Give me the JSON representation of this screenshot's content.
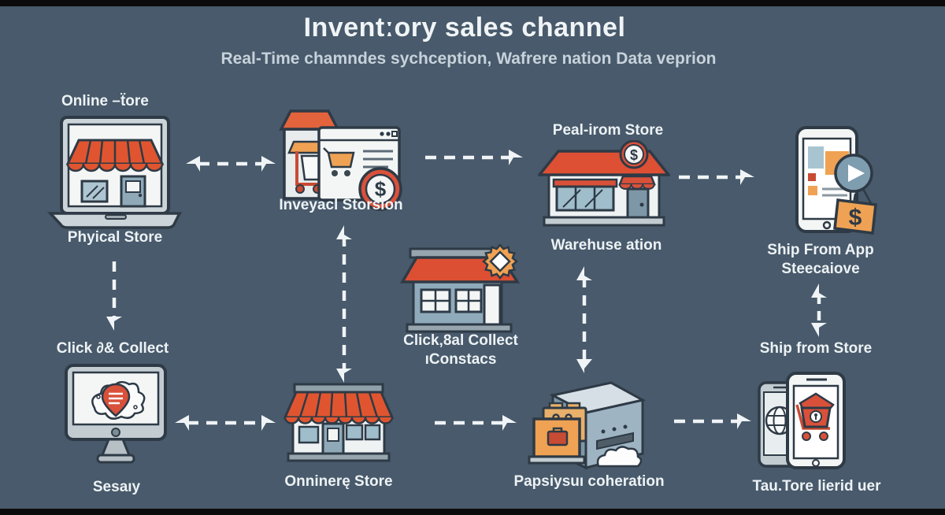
{
  "header": {
    "title": "Inventːory sales channel",
    "subtitle": "Real-Time chamndes sychception, Wafrere nation Data veprion"
  },
  "colors": {
    "background": "#485A6B",
    "text": "#EDF2F5",
    "accent_red": "#DC5136",
    "accent_orange": "#EFA253",
    "icon_blue_grey": "#8FAABB",
    "outline_dark": "#2E3A46",
    "arrow_white": "#F0F4F6"
  },
  "nodes": {
    "online_store": {
      "icon": "laptop-storefront-icon",
      "top_label": "Online –ẗore",
      "bottom_label": "Phyical Store"
    },
    "inventory_sync": {
      "icon": "cart-browser-dollar-icon",
      "bottom_label": "Inveyacl Storsion"
    },
    "physical_store": {
      "icon": "storefront-dollar-icon",
      "top_label": "Peal-irom Store",
      "bottom_label": "Warehuse ation"
    },
    "ship_from_app": {
      "icon": "phone-app-pricetag-icon",
      "bottom_label_line1": "Ship From App",
      "bottom_label_line2": "Steecaiove"
    },
    "click_collect_center": {
      "icon": "store-badge-icon",
      "bottom_label_line1": "Click‚8al Collect",
      "bottom_label_line2": "ıConstacs"
    },
    "click_collect_monitor": {
      "icon": "monitor-map-pin-icon",
      "top_label": "Click ∂& Collect",
      "bottom_label": "Sesaıy"
    },
    "online_store_bottom": {
      "icon": "awning-store-icon",
      "bottom_label": "Onninerę Store"
    },
    "warehouse_box": {
      "icon": "parcel-box-folders-icon",
      "bottom_label": "Papsiysuı coheration"
    },
    "ship_from_store_phones": {
      "icon": "phones-cart-icon",
      "top_label": "Ship from Store",
      "bottom_label": "Tau.Tore lierid uer"
    }
  },
  "glyphs": {
    "dollar": "$"
  },
  "edges": [
    {
      "from": "online_store",
      "to": "inventory_sync",
      "style": "dashed",
      "direction": "both"
    },
    {
      "from": "inventory_sync",
      "to": "physical_store",
      "style": "dashed",
      "direction": "right"
    },
    {
      "from": "physical_store",
      "to": "ship_from_app",
      "style": "dashed",
      "direction": "right"
    },
    {
      "from": "online_store",
      "to": "click_collect_monitor",
      "style": "dashed",
      "direction": "down"
    },
    {
      "from": "inventory_sync",
      "to": "online_store_bottom",
      "style": "dashed",
      "direction": "both"
    },
    {
      "from": "physical_store",
      "to": "warehouse_box",
      "style": "dashed",
      "direction": "both"
    },
    {
      "from": "ship_from_app",
      "to": "ship_from_store_phones",
      "style": "dashed",
      "direction": "both"
    },
    {
      "from": "click_collect_monitor",
      "to": "online_store_bottom",
      "style": "dashed",
      "direction": "both"
    },
    {
      "from": "online_store_bottom",
      "to": "warehouse_box",
      "style": "dashed",
      "direction": "right"
    },
    {
      "from": "warehouse_box",
      "to": "ship_from_store_phones",
      "style": "dashed",
      "direction": "right"
    }
  ]
}
